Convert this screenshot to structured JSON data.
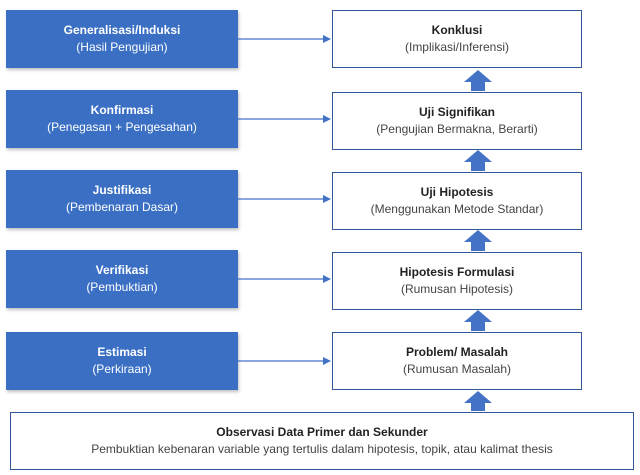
{
  "left": [
    {
      "title": "Generalisasi/Induksi",
      "sub": "(Hasil Pengujian)"
    },
    {
      "title": "Konfirmasi",
      "sub": "(Penegasan + Pengesahan)"
    },
    {
      "title": "Justifikasi",
      "sub": "(Pembenaran Dasar)"
    },
    {
      "title": "Verifikasi",
      "sub": "(Pembuktian)"
    },
    {
      "title": "Estimasi",
      "sub": "(Perkiraan)"
    }
  ],
  "right": [
    {
      "title": "Konklusi",
      "sub": "(Implikasi/Inferensi)"
    },
    {
      "title": "Uji Signifikan",
      "sub": "(Pengujian Bermakna, Berarti)"
    },
    {
      "title": "Uji Hipotesis",
      "sub": "(Menggunakan Metode Standar)"
    },
    {
      "title": "Hipotesis Formulasi",
      "sub": "(Rumusan Hipotesis)"
    },
    {
      "title": "Problem/ Masalah",
      "sub": "(Rumusan Masalah)"
    }
  ],
  "bottom": {
    "title": "Observasi Data Primer dan Sekunder",
    "sub": "Pembuktian kebenaran variable yang tertulis dalam hipotesis, topik, atau kalimat thesis"
  },
  "colors": {
    "left_fill": "#3a6fc4",
    "border": "#2f5597",
    "arrow": "#4472c4"
  }
}
